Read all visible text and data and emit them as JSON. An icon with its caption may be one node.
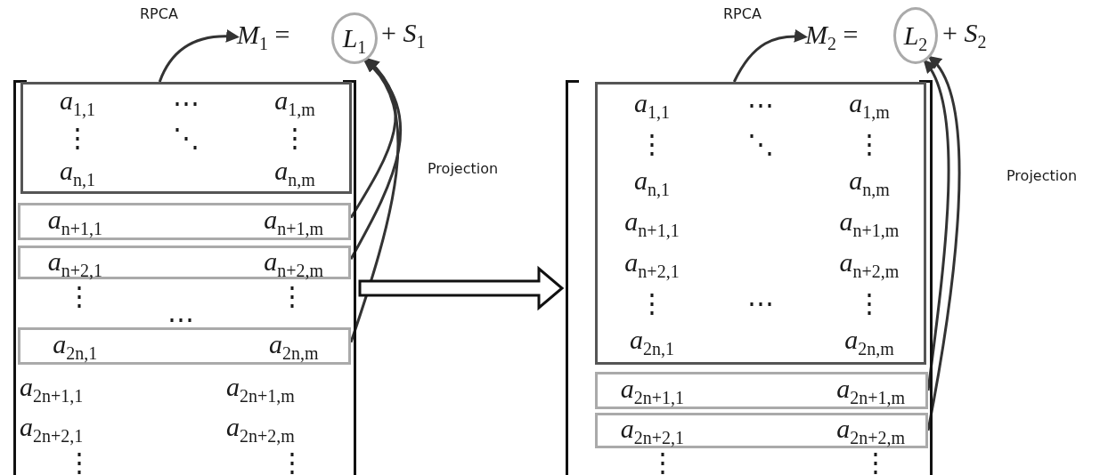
{
  "diagram": {
    "nodes": [
      {
        "text": [],
        "shape": "matrix"
      },
      {
        "text": [
          "*M*$_{1}$ ="
        ]
      },
      {
        "text": [
          "*L*$_{1}$"
        ]
      },
      {
        "text": [
          "*a*$_{1,1}$",
          "⋯",
          "*a*$_{1,m}$",
          "⋮",
          "⋱",
          "⋮",
          "*a*$_{n,1}$",
          "*a*$_{n,m}$"
        ],
        "in": 0
      },
      {
        "text": [
          "*a*$_{n+1,1}$",
          "*a*$_{n+1,m}$"
        ],
        "in": 0
      },
      {
        "text": [
          "*a*$_{n+2,1}$",
          "*a*$_{n+2,m}$"
        ],
        "in": 0
      },
      {
        "text": [
          "*a*$_{2n,1}$",
          "*a*$_{2n,m}$"
        ],
        "in": 0
      },
      {
        "text": [],
        "shape": "matrix"
      },
      {
        "text": [
          "*M*$_{2}$ ="
        ]
      },
      {
        "text": [
          "*L*$_{2}$"
        ]
      },
      {
        "text": [
          "*a*$_{1,1}$",
          "⋯",
          "*a*$_{1,m}$",
          "⋮",
          "⋱",
          "⋮",
          "*a*$_{n,1}$",
          "*a*$_{n,m}$",
          "*a*$_{n+1,1}$",
          "*a*$_{n+1,m}$",
          "*a*$_{n+2,1}$",
          "*a*$_{n+2,m}$",
          "⋮",
          "⋯",
          "⋮",
          "*a*$_{2n,1}$",
          "*a*$_{2n,m}$"
        ],
        "in": 7
      },
      {
        "text": [
          "*a*$_{2n+1,1}$",
          "*a*$_{2n+1,m}$"
        ],
        "in": 7
      },
      {
        "text": [
          "*a*$_{2n+2,1}$",
          "*a*$_{2n+2,m}$"
        ],
        "in": 7
      }
    ],
    "edges": [
      {
        "from": 3,
        "to": 1,
        "arrow": "to",
        "label": "RPCA"
      },
      {
        "from": 4,
        "to": 2,
        "arrow": "to"
      },
      {
        "from": 5,
        "to": 2,
        "arrow": "to"
      },
      {
        "from": 6,
        "to": 2,
        "arrow": "to"
      },
      {
        "from": 0,
        "to": 7,
        "arrow": "to",
        "style": "thick"
      },
      {
        "from": 10,
        "to": 8,
        "arrow": "to",
        "label": "RPCA"
      },
      {
        "from": 11,
        "to": 9,
        "arrow": "to"
      },
      {
        "from": 12,
        "to": 9,
        "arrow": "to"
      }
    ],
    "labels": [
      "+ *S*$_{1}$",
      "⋮",
      "⋯",
      "⋮",
      "*a*$_{2n+1,1}$",
      "*a*$_{2n+1,m}$",
      "*a*$_{2n+2,1}$",
      "*a*$_{2n+2,m}$",
      "⋮",
      "⋮",
      "Projection",
      "+ *S*$_{2}$",
      "⋮",
      "⋮",
      "Projection"
    ]
  }
}
